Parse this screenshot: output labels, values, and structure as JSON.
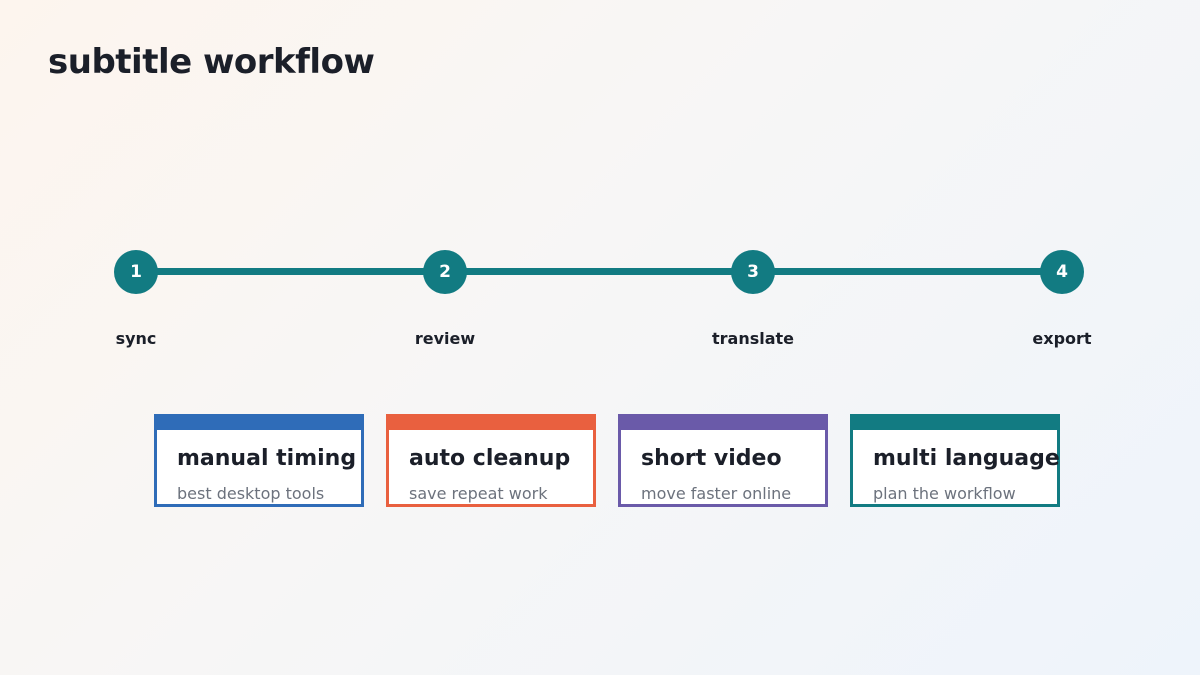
{
  "title": "subtitle workflow",
  "timeline": {
    "line_color": "#127b82",
    "steps": [
      {
        "number": "1",
        "label": "sync",
        "color": "#127b82"
      },
      {
        "number": "2",
        "label": "review",
        "color": "#127b82"
      },
      {
        "number": "3",
        "label": "translate",
        "color": "#127b82"
      },
      {
        "number": "4",
        "label": "export",
        "color": "#127b82"
      }
    ]
  },
  "cards": [
    {
      "title": "manual timing",
      "subtitle": "best desktop tools",
      "color": "#2f6cb8"
    },
    {
      "title": "auto cleanup",
      "subtitle": "save repeat work",
      "color": "#e9603f"
    },
    {
      "title": "short video",
      "subtitle": "move faster online",
      "color": "#6a5aa9"
    },
    {
      "title": "multi language",
      "subtitle": "plan the workflow",
      "color": "#127b82"
    }
  ]
}
